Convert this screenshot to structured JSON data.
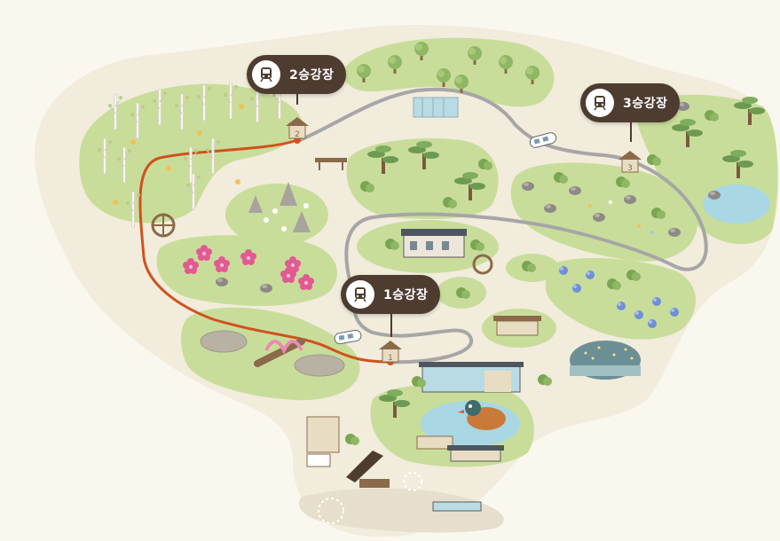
{
  "map": {
    "colors": {
      "background": "#faf7ee",
      "island": "#f1ecdc",
      "grass": "#c9dd9b",
      "grass_dark": "#a9c878",
      "trail": "#d0521e",
      "road": "#9a9a9a",
      "label_bg": "#4e3c30",
      "water": "#a9d7e4"
    },
    "stops": [
      {
        "id": "stop-1",
        "label": "1승강장",
        "number": "1",
        "icon": "tram-icon"
      },
      {
        "id": "stop-2",
        "label": "2승강장",
        "number": "2",
        "icon": "tram-icon"
      },
      {
        "id": "stop-3",
        "label": "3승강장",
        "number": "3",
        "icon": "tram-icon"
      }
    ]
  }
}
